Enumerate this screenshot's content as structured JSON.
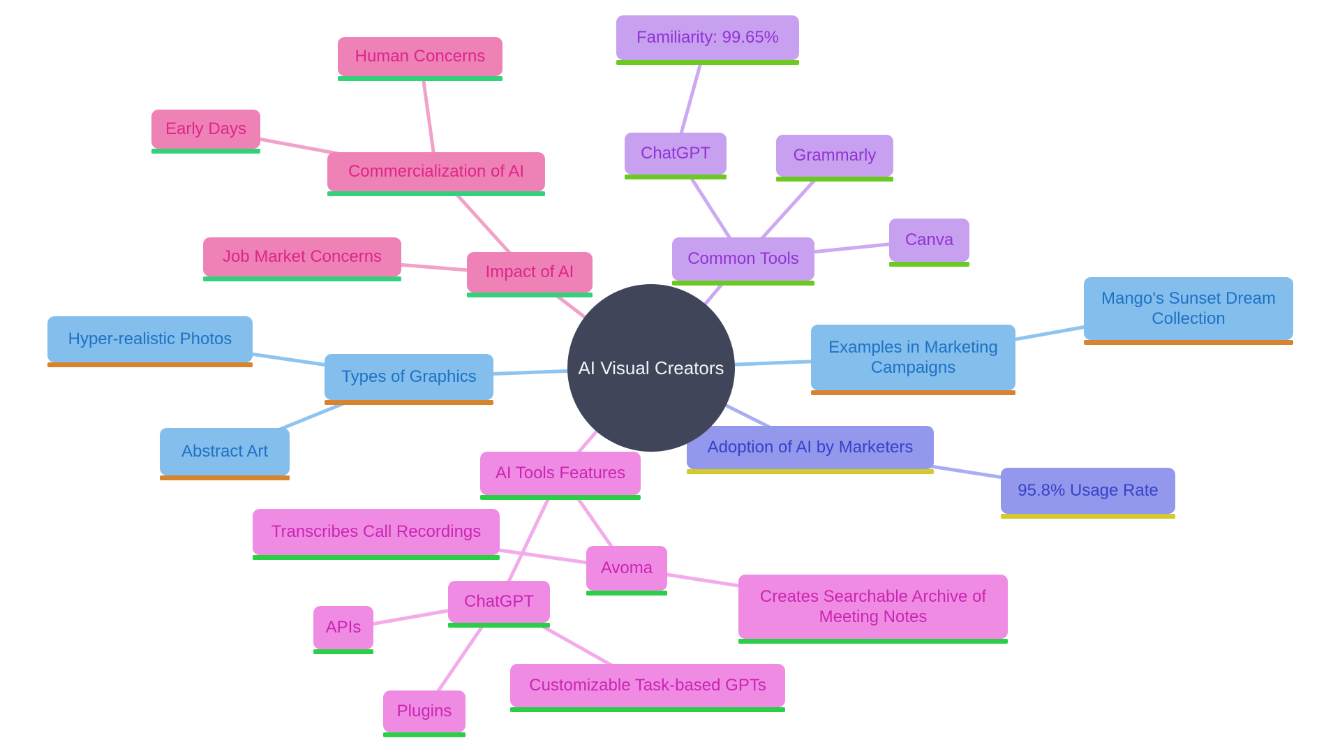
{
  "diagram_title": "AI Visual Creators mind map",
  "center": {
    "label": "AI Visual Creators"
  },
  "nodes": {
    "human_concerns": {
      "label": "Human Concerns",
      "branch": "pink"
    },
    "early_days": {
      "label": "Early Days",
      "branch": "pink"
    },
    "commercialization js": {
      "label": "",
      "branch": ""
    },
    "commercialization": {
      "label": "Commercialization of AI",
      "branch": "pink"
    },
    "job_market": {
      "label": "Job Market Concerns",
      "branch": "pink"
    },
    "impact": {
      "label": "Impact of AI",
      "branch": "pink"
    },
    "familiarity": {
      "label": "Familiarity: 99.65%",
      "branch": "purple"
    },
    "chatgpt_top": {
      "label": "ChatGPT",
      "branch": "purple"
    },
    "grammarly": {
      "label": "Grammarly",
      "branch": "purple"
    },
    "canva": {
      "label": "Canva",
      "branch": "purple"
    },
    "common_tools": {
      "label": "Common Tools",
      "branch": "purple"
    },
    "hyper": {
      "label": "Hyper-realistic Photos",
      "branch": "blue"
    },
    "types": {
      "label": "Types of Graphics",
      "branch": "blue"
    },
    "abstract": {
      "label": "Abstract Art",
      "branch": "blue"
    },
    "examples": {
      "label": "Examples in Marketing Campaigns",
      "branch": "blue"
    },
    "mango": {
      "label": "Mango's Sunset Dream Collection",
      "branch": "blue"
    },
    "adoption": {
      "label": "Adoption of AI by Marketers",
      "branch": "periwinkle"
    },
    "usage_rate": {
      "label": "95.8% Usage Rate",
      "branch": "periwinkle"
    },
    "ai_tools": {
      "label": "AI Tools Features",
      "branch": "orchid"
    },
    "transcribes": {
      "label": "Transcribes Call Recordings",
      "branch": "orchid"
    },
    "avoma": {
      "label": "Avoma",
      "branch": "orchid"
    },
    "creates": {
      "label": "Creates Searchable Archive of Meeting Notes",
      "branch": "orchid"
    },
    "chatgpt_bottom": {
      "label": "ChatGPT",
      "branch": "orchid"
    },
    "apis": {
      "label": "APIs",
      "branch": "orchid"
    },
    "plugins": {
      "label": "Plugins",
      "branch": "orchid"
    },
    "customizable": {
      "label": "Customizable Task-based GPTs",
      "branch": "orchid"
    }
  },
  "connections": [
    [
      "center",
      "impact"
    ],
    [
      "impact",
      "commercialization"
    ],
    [
      "impact",
      "job_market"
    ],
    [
      "commercialization",
      "early_days"
    ],
    [
      "commercialization",
      "human_concerns"
    ],
    [
      "center",
      "common_tools"
    ],
    [
      "common_tools",
      "chatgpt_top"
    ],
    [
      "common_tools",
      "grammarly"
    ],
    [
      "common_tools",
      "canva"
    ],
    [
      "chatgpt_top",
      "familiarity"
    ],
    [
      "center",
      "types"
    ],
    [
      "types",
      "hyper"
    ],
    [
      "types",
      "abstract"
    ],
    [
      "center",
      "examples"
    ],
    [
      "examples",
      "mango"
    ],
    [
      "center",
      "adoption"
    ],
    [
      "adoption",
      "usage_rate"
    ],
    [
      "center",
      "ai_tools"
    ],
    [
      "ai_tools",
      "avoma"
    ],
    [
      "ai_tools",
      "chatgpt_bottom"
    ],
    [
      "avoma",
      "transcribes"
    ],
    [
      "avoma",
      "creates"
    ],
    [
      "chatgpt_bottom",
      "apis"
    ],
    [
      "chatgpt_bottom",
      "plugins"
    ],
    [
      "chatgpt_bottom",
      "customizable"
    ]
  ],
  "colors": {
    "background": "#FFFFFF",
    "center_fill": "#40455A",
    "center_text": "#F2F3F7",
    "pink": {
      "fill": "#EE82B7",
      "text": "#DE2589",
      "underline": "#35D07C",
      "edge": "#F0A2C9"
    },
    "purple": {
      "fill": "#C8A0F0",
      "text": "#9233D4",
      "underline": "#6CC922",
      "edge": "#CCA9F2"
    },
    "blue": {
      "fill": "#84BEEC",
      "text": "#1E72C4",
      "underline": "#D8842F",
      "edge": "#8FC4EF"
    },
    "periwinkle": {
      "fill": "#9398EC",
      "text": "#3642C9",
      "underline": "#D5C92F",
      "edge": "#A9AEF3"
    },
    "orchid": {
      "fill": "#F08BE3",
      "text": "#C926B3",
      "underline": "#2BCE47",
      "edge": "#F3ABEA"
    }
  }
}
